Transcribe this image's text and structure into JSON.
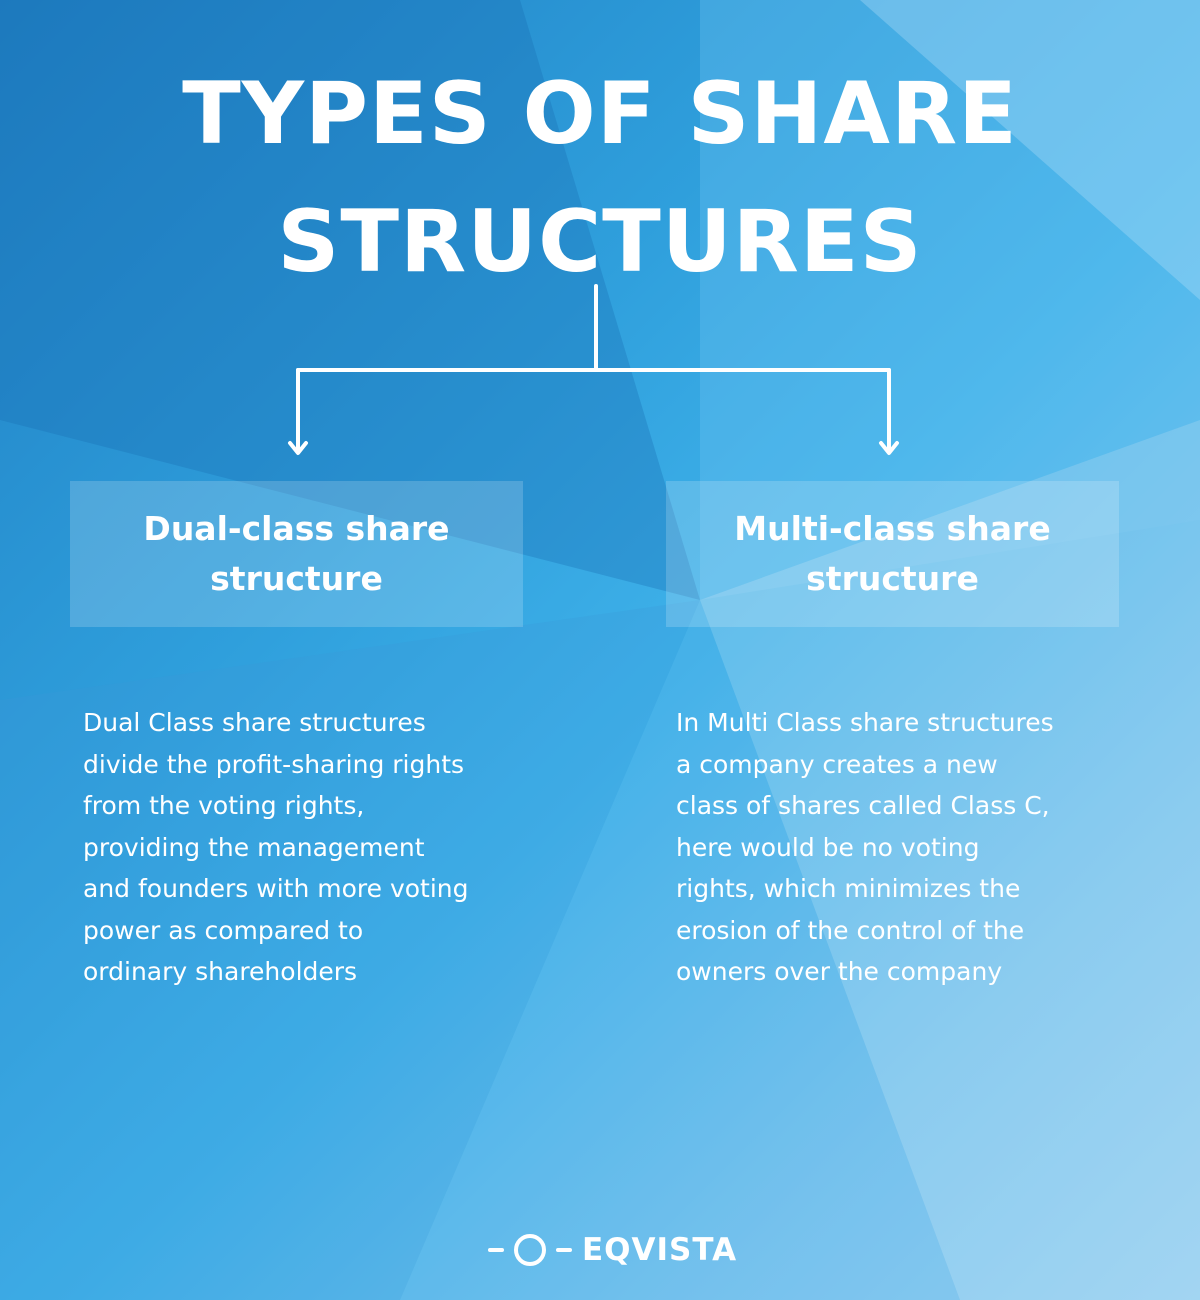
{
  "header": {
    "title_line1": "TYPES OF SHARE",
    "title_line2": "STRUCTURES"
  },
  "branches": [
    {
      "label_line1": "Dual-class share",
      "label_line2": "structure",
      "description": [
        "Dual Class share structures",
        "divide the profit-sharing rights",
        "from the voting rights,",
        "providing the management",
        "and founders with more voting",
        "power as compared to",
        "ordinary shareholders"
      ]
    },
    {
      "label_line1": "Multi-class share",
      "label_line2": "structure",
      "description": [
        "In Multi Class share structures",
        "a company creates a new",
        "class of shares called Class C,",
        "here would be no voting",
        "rights, which minimizes the",
        "erosion of the control of the",
        "owners over the company"
      ]
    }
  ],
  "footer": {
    "brand": "EQVISTA"
  },
  "colors": {
    "text": "#ffffff",
    "box_fill": "rgba(255,255,255,0.18)",
    "background_dark": "#1f7fc3",
    "background_light": "#9fd4f3"
  }
}
